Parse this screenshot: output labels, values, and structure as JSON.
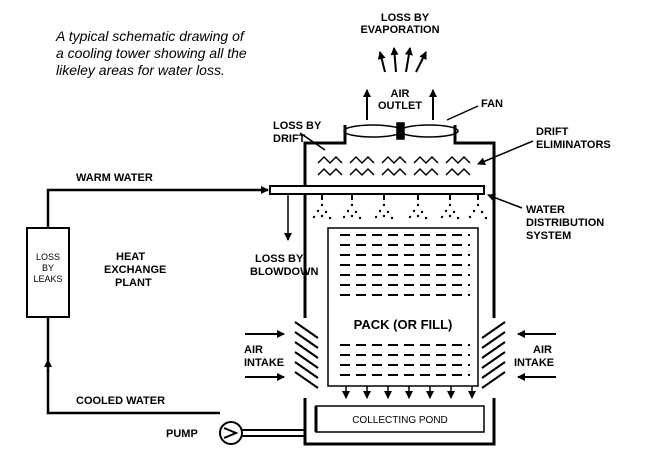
{
  "caption": {
    "line1": "A typical schematic drawing of",
    "line2": "a cooling tower showing all the",
    "line3": "likeley areas for water loss."
  },
  "labels": {
    "evaporation_1": "LOSS BY",
    "evaporation_2": "EVAPORATION",
    "air_outlet_1": "AIR",
    "air_outlet_2": "OUTLET",
    "fan": "FAN",
    "drift_1": "LOSS BY",
    "drift_2": "DRIFT",
    "drift_elim_1": "DRIFT",
    "drift_elim_2": "ELIMINATORS",
    "warm_water": "WARM WATER",
    "water_dist_1": "WATER",
    "water_dist_2": "DISTRIBUTION",
    "water_dist_3": "SYSTEM",
    "leaks_1": "LOSS",
    "leaks_2": "BY",
    "leaks_3": "LEAKS",
    "heat_1": "HEAT",
    "heat_2": "EXCHANGE",
    "heat_3": "PLANT",
    "blowdown_1": "LOSS BY",
    "blowdown_2": "BLOWDOWN",
    "pack": "PACK (OR FILL)",
    "air_intake_left_1": "AIR",
    "air_intake_left_2": "INTAKE",
    "air_intake_right_1": "AIR",
    "air_intake_right_2": "INTAKE",
    "cooled_water": "COOLED WATER",
    "collecting_pond": "COLLECTING POND",
    "pump": "PUMP"
  }
}
